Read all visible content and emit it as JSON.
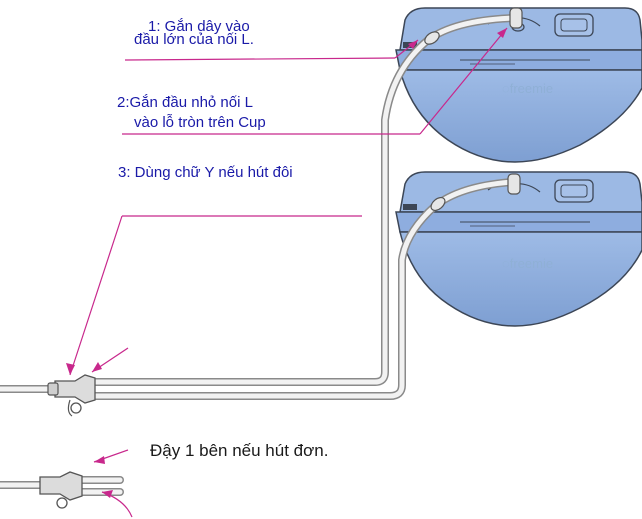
{
  "labels": {
    "step1_line1": "1: Gắn dây vào",
    "step1_line2": "đầu lớn của nối L.",
    "step2_line1": "2:Gắn  đầu  nhỏ  nối  L",
    "step2_line2": "vào lỗ tròn trên Cup",
    "step3": "3: Dùng chữ Y nếu hút đôi",
    "single_note": "Đậy 1 bên nếu hút đơn."
  },
  "brand": "freemie",
  "colors": {
    "cup_fill": "#8fb0e0",
    "cup_stroke": "#3c4656",
    "callout_line": "#c8288c",
    "label_text": "#1a1aa8",
    "tube": "#f2f2f2"
  }
}
